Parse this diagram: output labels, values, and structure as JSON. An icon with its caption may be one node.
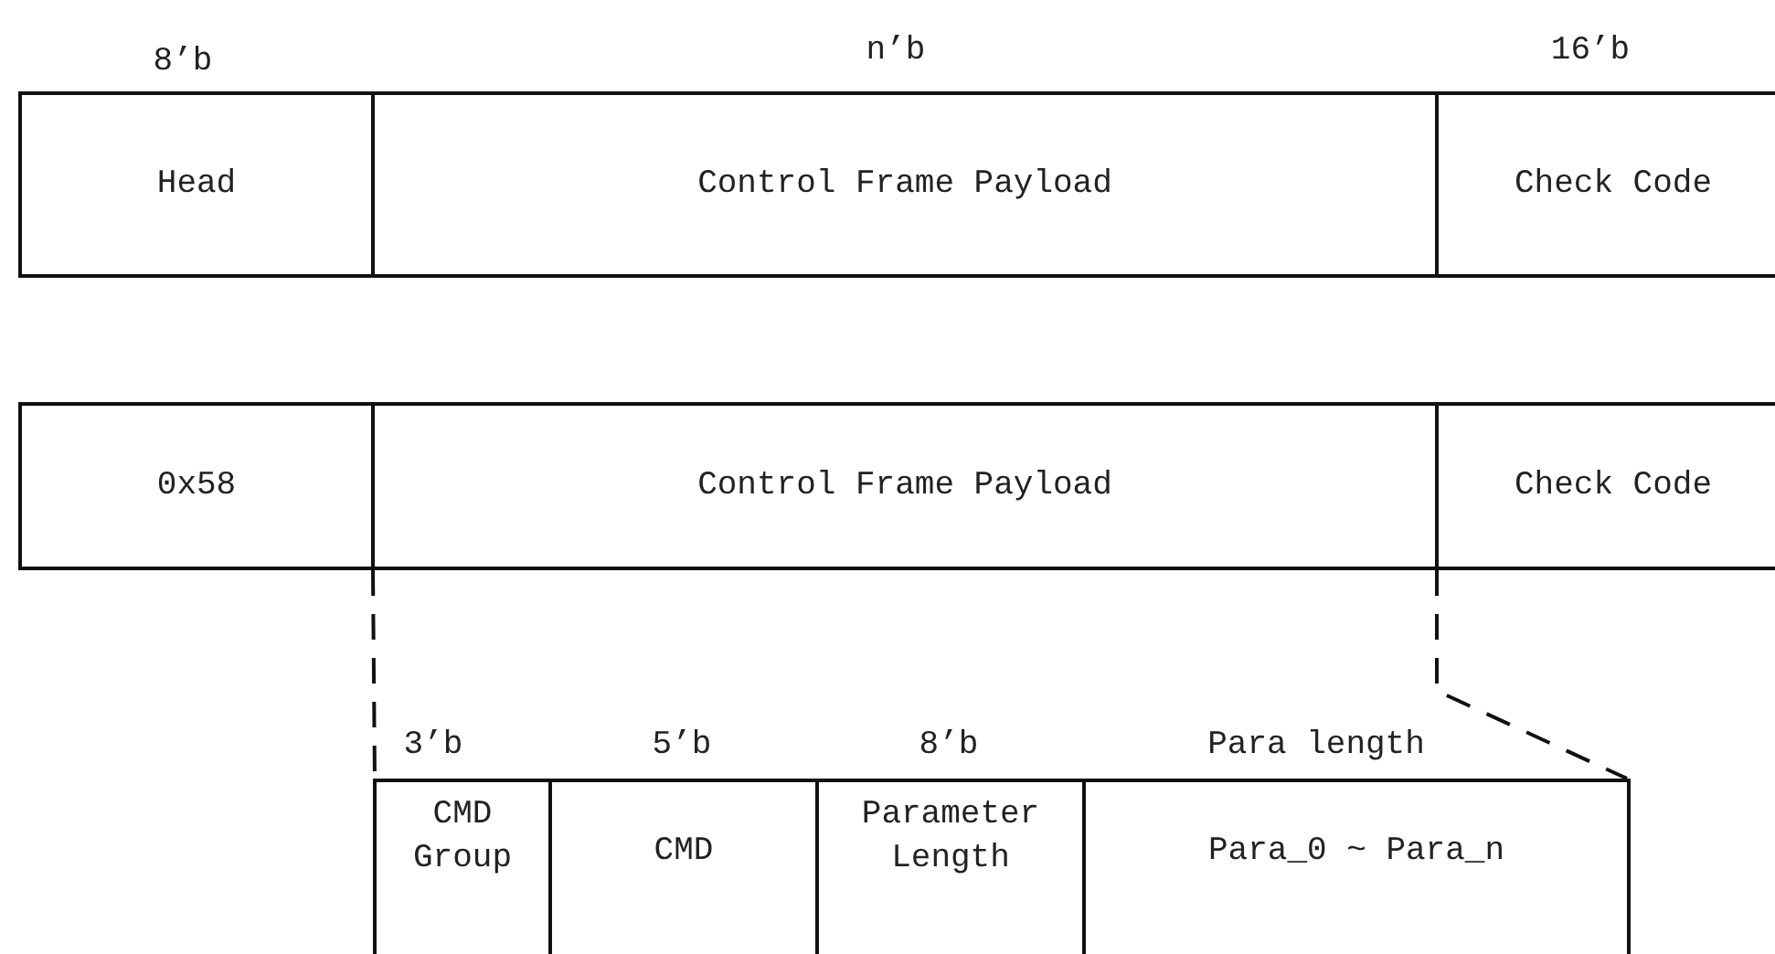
{
  "diagram": {
    "nodes": [
      {
        "text": [
          "Head"
        ],
        "beside": [
          "8’b"
        ]
      },
      {
        "text": [
          "Control Frame Payload"
        ],
        "beside": [
          "n’b"
        ]
      },
      {
        "text": [
          "Check Code"
        ],
        "beside": [
          "16’b"
        ]
      },
      {
        "text": [
          "0x58"
        ]
      },
      {
        "text": [
          "Control Frame Payload"
        ]
      },
      {
        "text": [
          "Check Code"
        ]
      },
      {
        "text": [
          "CMD Group"
        ],
        "beside": [
          "3’b"
        ]
      },
      {
        "text": [
          "CMD"
        ],
        "beside": [
          "5’b"
        ]
      },
      {
        "text": [
          "Parameter Length"
        ],
        "beside": [
          "8’b"
        ]
      },
      {
        "text": [
          "Para_0 ~ Para_n"
        ],
        "beside": [
          "Para length"
        ]
      }
    ],
    "edges": [
      {
        "from": 4,
        "to": 6,
        "arrow": "none",
        "style": "dashed"
      },
      {
        "from": 4,
        "to": 9,
        "arrow": "none",
        "style": "dashed"
      }
    ]
  }
}
